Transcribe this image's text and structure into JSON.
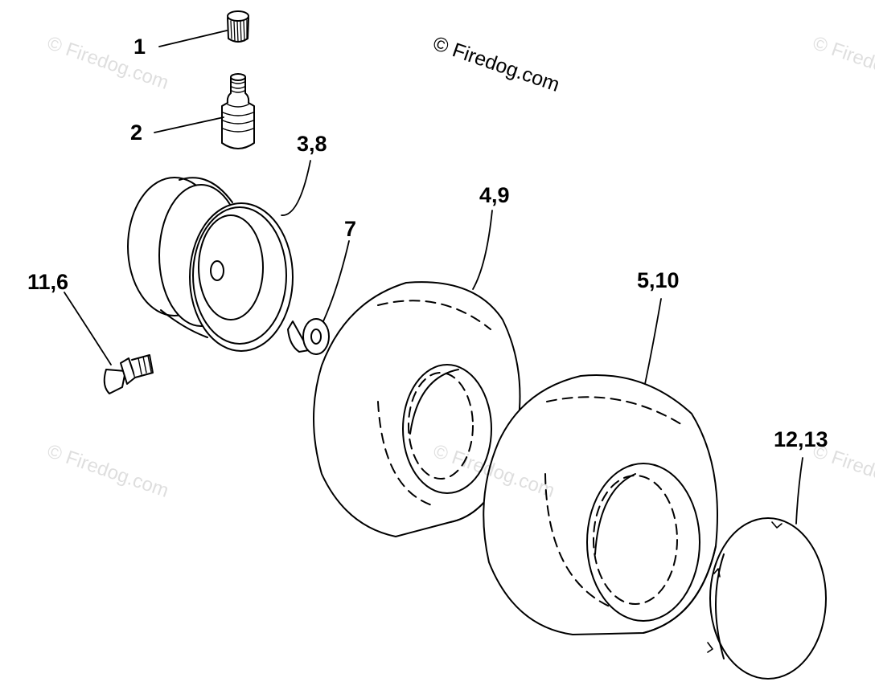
{
  "diagram": {
    "callouts": [
      {
        "id": "1",
        "label": "1"
      },
      {
        "id": "2",
        "label": "2"
      },
      {
        "id": "3",
        "label": "3,8"
      },
      {
        "id": "4",
        "label": "4,9"
      },
      {
        "id": "5",
        "label": "5,10"
      },
      {
        "id": "6",
        "label": "7"
      },
      {
        "id": "7",
        "label": "11,6"
      },
      {
        "id": "8",
        "label": "12,13"
      }
    ],
    "watermark": {
      "main": "© Firedog.com",
      "faint": "© Firedog.com"
    }
  }
}
